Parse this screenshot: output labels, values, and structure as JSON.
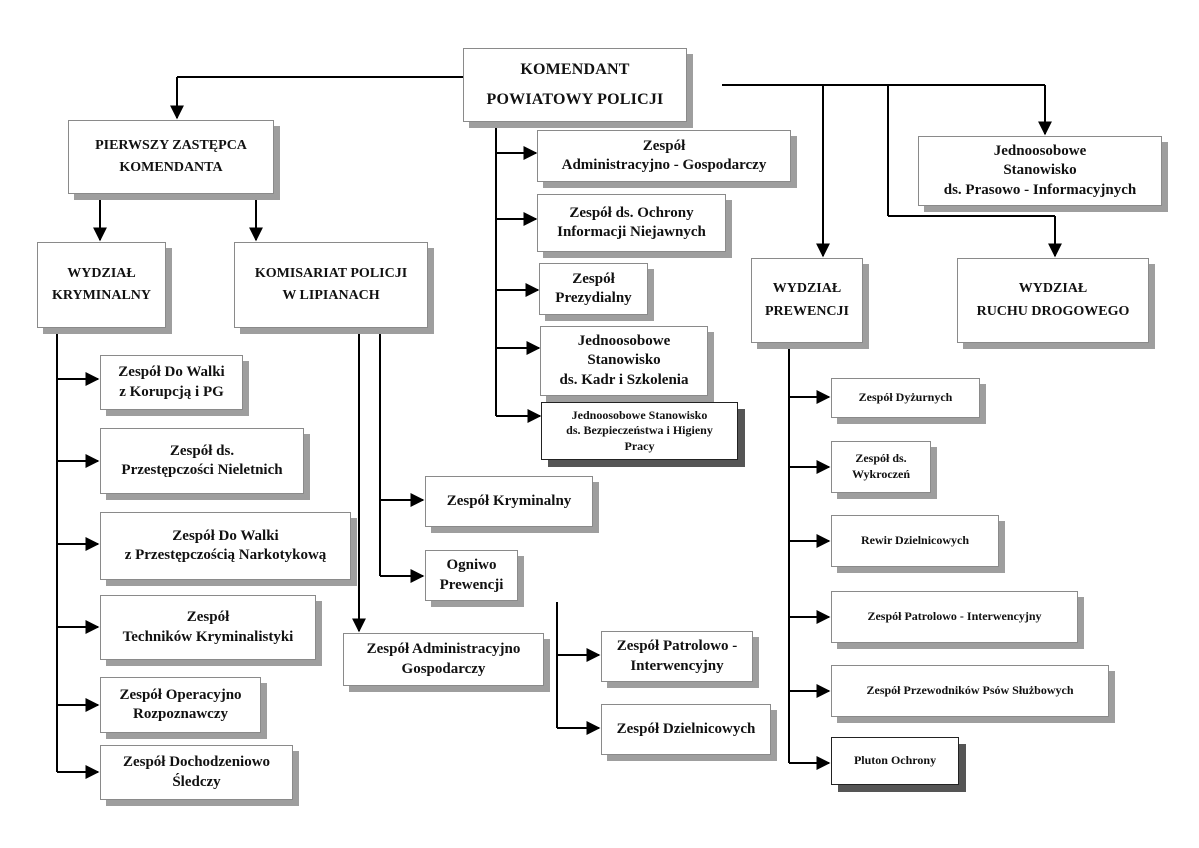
{
  "chart": {
    "root": "KOMENDANT\nPOWIATOWY POLICJI",
    "deputy": "PIERWSZY ZASTĘPCA\nKOMENDANTA",
    "criminal_dept": "WYDZIAŁ\nKRYMINALNY",
    "commissariat": "KOMISARIAT POLICJI\nW LIPIANACH",
    "admin_team": "Zespół\nAdministracyjno - Gospodarczy",
    "secret_info_team": "Zespół ds. Ochrony\nInformacji Niejawnych",
    "presidium_team": "Zespół\nPrezydialny",
    "hr_post": "Jednoosobowe\nStanowisko\nds. Kadr i Szkolenia",
    "bhp_post": "Jednoosobowe Stanowisko\nds. Bezpieczeństwa i Higieny\nPracy",
    "press_post": "Jednoosobowe\nStanowisko\nds. Prasowo - Informacyjnych",
    "prevention_dept": "WYDZIAŁ\nPREWENCJI",
    "traffic_dept": "WYDZIAŁ\nRUCHU DROGOWEGO",
    "crim_units": [
      "Zespół Do Walki\nz Korupcją i PG",
      "Zespół ds.\nPrzestępczości Nieletnich",
      "Zespół Do Walki\nz Przestępczością Narkotykową",
      "Zespół\nTechników Kryminalistyki",
      "Zespół Operacyjno\nRozpoznawczy",
      "Zespół Dochodzeniowo\nŚledczy"
    ],
    "comm_units": [
      "Zespół  Kryminalny",
      "Ogniwo\nPrewencji",
      "Zespół  Administracyjno\nGospodarczy",
      "Zespół  Patrolowo -\nInterwencyjny",
      "Zespół  Dzielnicowych"
    ],
    "prev_units": [
      "Zespół  Dyżurnych",
      "Zespół ds.\nWykroczeń",
      "Rewir  Dzielnicowych",
      "Zespół Patrolowo - Interwencyjny",
      "Zespół Przewodników Psów Służbowych",
      "Pluton Ochrony"
    ]
  }
}
